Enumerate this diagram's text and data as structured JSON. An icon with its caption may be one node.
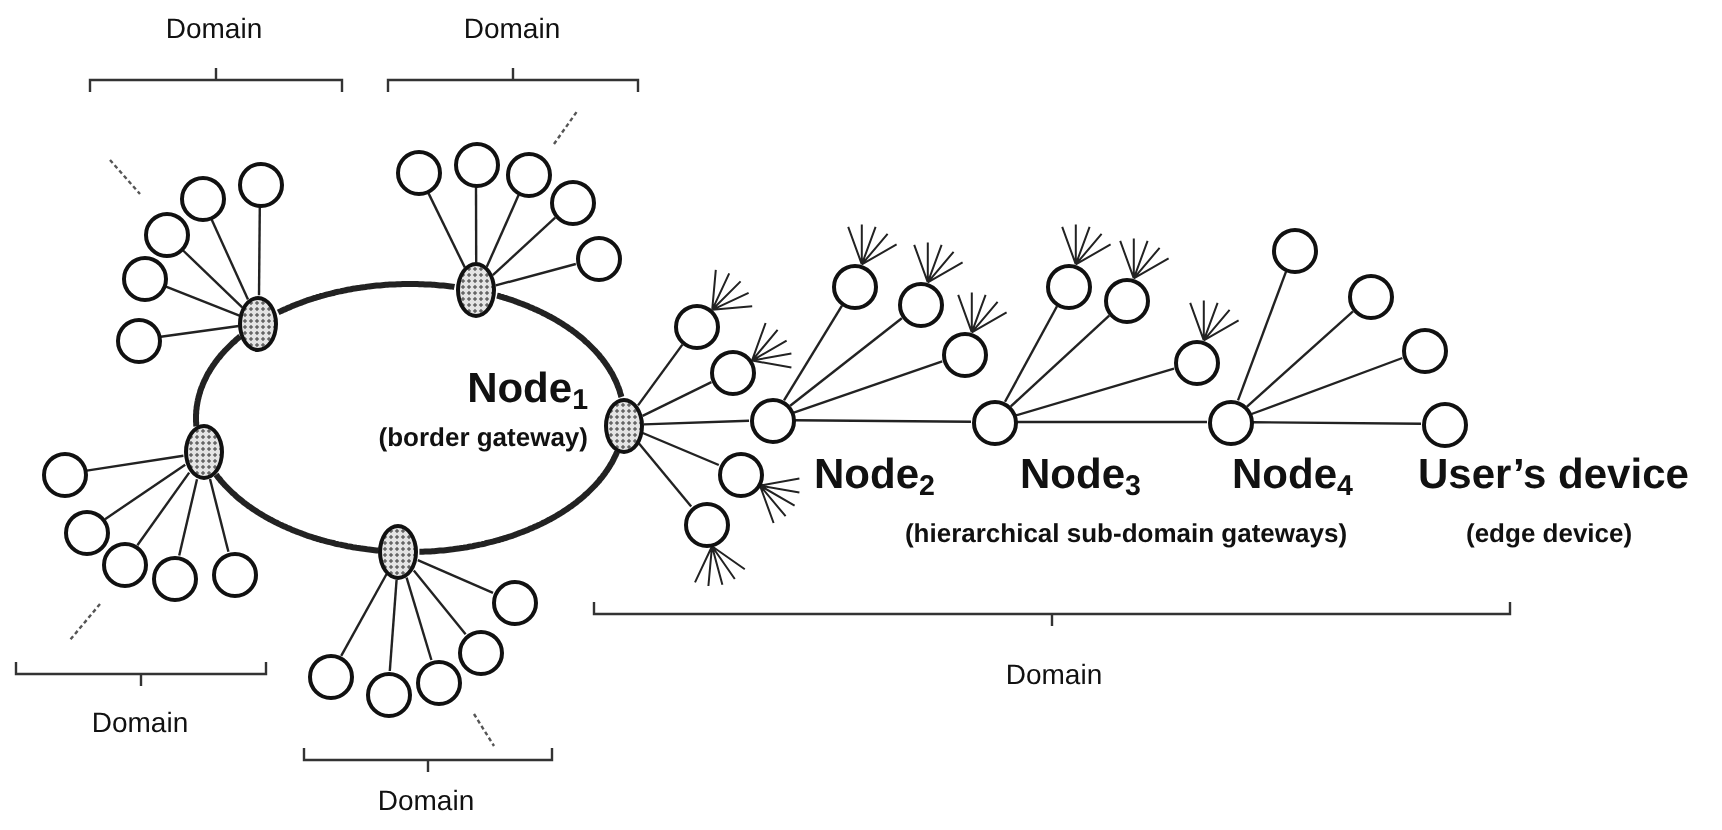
{
  "diagram": {
    "nodes": [
      {
        "text": [],
        "shape": "ellipse"
      },
      {
        "text": [],
        "shape": "ellipse"
      },
      {
        "text": [],
        "shape": "ellipse"
      },
      {
        "text": [],
        "shape": "ellipse"
      },
      {
        "text": [],
        "shape": "ellipse",
        "beside": [
          "Node$_{1}$",
          "(border gateway)"
        ]
      },
      {
        "text": [],
        "shape": "circle",
        "beside": [
          "Node$_{2}$"
        ]
      },
      {
        "text": [],
        "shape": "circle",
        "beside": [
          "Node$_{3}$"
        ]
      },
      {
        "text": [],
        "shape": "circle",
        "beside": [
          "Node$_{4}$"
        ]
      },
      {
        "text": [],
        "shape": "circle",
        "beside": [
          "User’s device",
          "(edge device)"
        ]
      },
      {
        "text": [],
        "shape": "circle"
      },
      {
        "text": [],
        "shape": "circle"
      },
      {
        "text": [],
        "shape": "circle"
      },
      {
        "text": [],
        "shape": "circle"
      },
      {
        "text": [],
        "shape": "circle"
      },
      {
        "text": [],
        "shape": "circle"
      },
      {
        "text": [],
        "shape": "circle"
      },
      {
        "text": [],
        "shape": "circle"
      },
      {
        "text": [],
        "shape": "circle"
      },
      {
        "text": [],
        "shape": "circle"
      },
      {
        "text": [],
        "shape": "circle"
      },
      {
        "text": [],
        "shape": "circle"
      },
      {
        "text": [],
        "shape": "circle"
      },
      {
        "text": [],
        "shape": "circle"
      },
      {
        "text": [],
        "shape": "circle"
      },
      {
        "text": [],
        "shape": "circle"
      },
      {
        "text": [],
        "shape": "circle"
      },
      {
        "text": [],
        "shape": "circle"
      },
      {
        "text": [],
        "shape": "circle"
      },
      {
        "text": [],
        "shape": "circle"
      },
      {
        "text": [],
        "shape": "circle"
      },
      {
        "text": [],
        "shape": "circle"
      },
      {
        "text": [],
        "shape": "circle"
      },
      {
        "text": [],
        "shape": "circle"
      },
      {
        "text": [],
        "shape": "circle"
      },
      {
        "text": [],
        "shape": "circle"
      },
      {
        "text": [],
        "shape": "circle"
      },
      {
        "text": [],
        "shape": "circle"
      },
      {
        "text": [],
        "shape": "circle"
      },
      {
        "text": [],
        "shape": "circle"
      },
      {
        "text": [],
        "shape": "circle"
      },
      {
        "text": [],
        "shape": "circle"
      },
      {
        "text": [],
        "shape": "circle"
      }
    ],
    "edges": [
      {
        "from": 0,
        "to": 1,
        "arrow": "none",
        "style": "thick"
      },
      {
        "from": 1,
        "to": 4,
        "arrow": "none",
        "style": "thick"
      },
      {
        "from": 4,
        "to": 3,
        "arrow": "none",
        "style": "thick"
      },
      {
        "from": 3,
        "to": 2,
        "arrow": "none",
        "style": "thick"
      },
      {
        "from": 2,
        "to": 0,
        "arrow": "none",
        "style": "thick"
      },
      {
        "from": 0,
        "to": 9,
        "arrow": "none"
      },
      {
        "from": 0,
        "to": 10,
        "arrow": "none"
      },
      {
        "from": 0,
        "to": 11,
        "arrow": "none"
      },
      {
        "from": 0,
        "to": 12,
        "arrow": "none"
      },
      {
        "from": 0,
        "to": 13,
        "arrow": "none"
      },
      {
        "from": 1,
        "to": 14,
        "arrow": "none"
      },
      {
        "from": 1,
        "to": 15,
        "arrow": "none"
      },
      {
        "from": 1,
        "to": 16,
        "arrow": "none"
      },
      {
        "from": 1,
        "to": 17,
        "arrow": "none"
      },
      {
        "from": 1,
        "to": 18,
        "arrow": "none"
      },
      {
        "from": 2,
        "to": 19,
        "arrow": "none"
      },
      {
        "from": 2,
        "to": 20,
        "arrow": "none"
      },
      {
        "from": 2,
        "to": 21,
        "arrow": "none"
      },
      {
        "from": 2,
        "to": 22,
        "arrow": "none"
      },
      {
        "from": 2,
        "to": 23,
        "arrow": "none"
      },
      {
        "from": 3,
        "to": 24,
        "arrow": "none"
      },
      {
        "from": 3,
        "to": 25,
        "arrow": "none"
      },
      {
        "from": 3,
        "to": 26,
        "arrow": "none"
      },
      {
        "from": 3,
        "to": 27,
        "arrow": "none"
      },
      {
        "from": 3,
        "to": 28,
        "arrow": "none"
      },
      {
        "from": 4,
        "to": 29,
        "arrow": "none"
      },
      {
        "from": 4,
        "to": 30,
        "arrow": "none"
      },
      {
        "from": 4,
        "to": 31,
        "arrow": "none"
      },
      {
        "from": 4,
        "to": 32,
        "arrow": "none"
      },
      {
        "from": 4,
        "to": 5,
        "arrow": "none"
      },
      {
        "from": 5,
        "to": 33,
        "arrow": "none"
      },
      {
        "from": 5,
        "to": 34,
        "arrow": "none"
      },
      {
        "from": 5,
        "to": 35,
        "arrow": "none"
      },
      {
        "from": 5,
        "to": 6,
        "arrow": "none"
      },
      {
        "from": 6,
        "to": 36,
        "arrow": "none"
      },
      {
        "from": 6,
        "to": 37,
        "arrow": "none"
      },
      {
        "from": 6,
        "to": 38,
        "arrow": "none"
      },
      {
        "from": 6,
        "to": 7,
        "arrow": "none"
      },
      {
        "from": 7,
        "to": 39,
        "arrow": "none"
      },
      {
        "from": 7,
        "to": 40,
        "arrow": "none"
      },
      {
        "from": 7,
        "to": 41,
        "arrow": "none"
      },
      {
        "from": 7,
        "to": 8,
        "arrow": "none"
      }
    ],
    "labels": [
      "Domain",
      "Domain",
      "(hierarchical sub-domain gateways)",
      "Domain",
      "Domain",
      "Domain"
    ]
  }
}
